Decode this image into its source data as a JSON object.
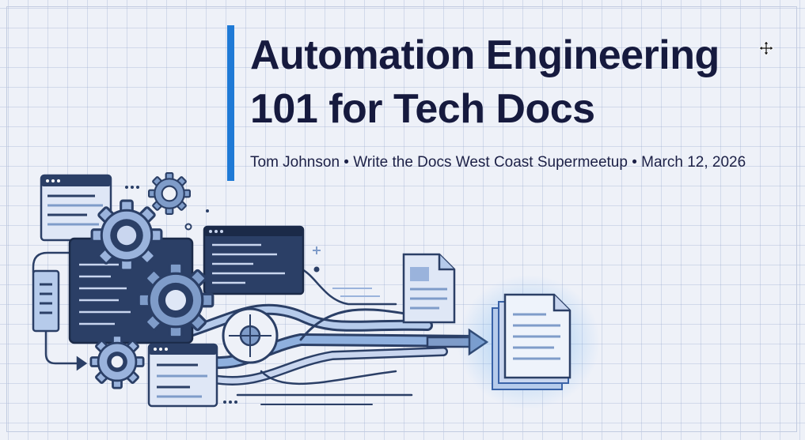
{
  "slide": {
    "title_line1": "Automation Engineering",
    "title_line2": "101 for Tech Docs",
    "subtitle": "Tom Johnson • Write the Docs West Coast Supermeetup • March 12, 2026"
  },
  "colors": {
    "background": "#eef1f8",
    "grid": "#c2cbe0",
    "accent": "#1f7ad6",
    "title_text": "#161a3e",
    "illustration_dark": "#2b3f66",
    "illustration_mid": "#7f9cc9",
    "illustration_light": "#c9d6ef",
    "glow": "#5aa8f0"
  },
  "icons": [
    "gear-icon",
    "code-window-icon",
    "document-icon",
    "target-icon",
    "arrow-icon",
    "move-cursor-icon"
  ]
}
